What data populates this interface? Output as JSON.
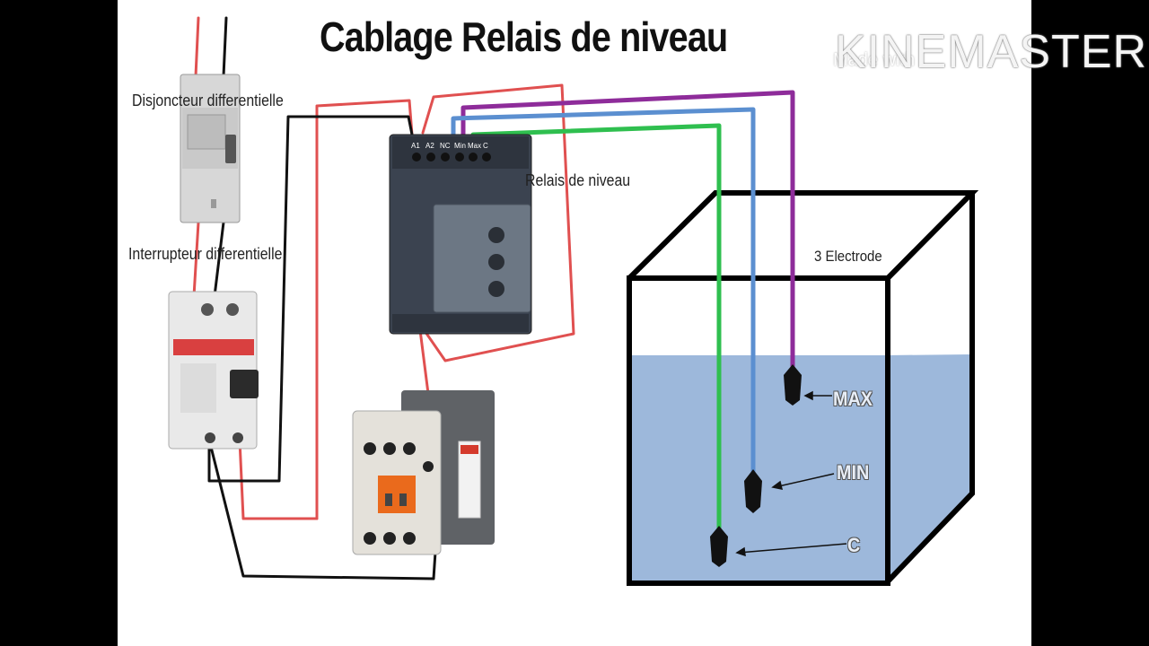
{
  "title": "Cablage Relais de niveau",
  "watermark": {
    "small": "Made with",
    "big": "KINEMASTER"
  },
  "labels": {
    "breaker": "Disjoncteur differentielle",
    "rcd": "Interrupteur differentielle",
    "relay": "Relais de niveau",
    "electrodes": "3 Electrode"
  },
  "relay_terminals": [
    "A1",
    "A2",
    "NC",
    "Min",
    "Max",
    "C"
  ],
  "probes": {
    "max": "MAX",
    "min": "MIN",
    "common": "C"
  },
  "colors": {
    "wire_phase": "#e05050",
    "wire_neutral": "#111111",
    "wire_max": "#8e2c9a",
    "wire_min": "#5b8fd0",
    "wire_common": "#2fbf4f",
    "water": "#9db8db"
  }
}
